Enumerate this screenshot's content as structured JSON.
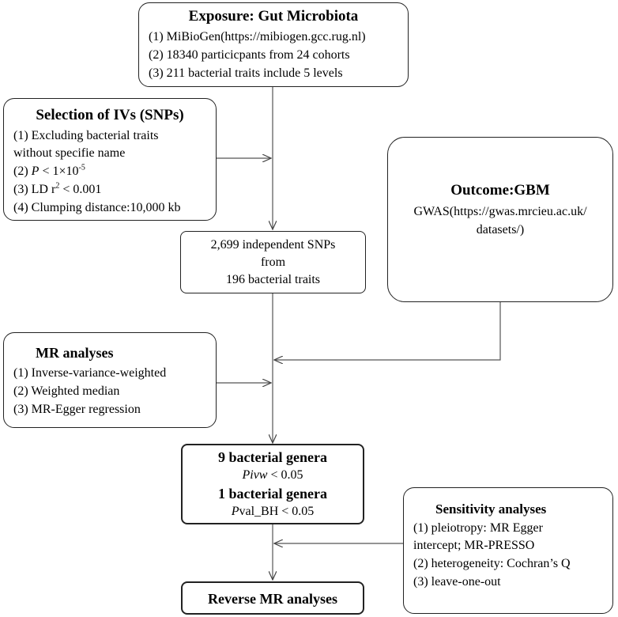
{
  "exposure": {
    "title": "Exposure: Gut Microbiota",
    "items": [
      "(1) MiBioGen(https://mibiogen.gcc.rug.nl)",
      "(2) 18340 particicpants from 24 cohorts",
      "(3) 211 bacterial traits include 5 levels"
    ]
  },
  "selection": {
    "title": "Selection of IVs (SNPs)",
    "item1_a": "(1) Excluding bacterial traits",
    "item1_b": "without specifie name",
    "item2_prefix": "(2) ",
    "item2_p": "P",
    "item2_mid": " < 1×10",
    "item2_sup": "-5",
    "item3_prefix": "(3) LD r",
    "item3_sup": "2",
    "item3_suffix": " < 0.001",
    "item4": "(4) Clumping distance:10,000 kb"
  },
  "outcome": {
    "title": "Outcome:GBM",
    "line1": "GWAS(https://gwas.mrcieu.ac.uk/",
    "line2": "datasets/)"
  },
  "snps": {
    "line1": "2,699 independent SNPs",
    "line2": "from",
    "line3": "196 bacterial traits"
  },
  "mr": {
    "title": "MR analyses",
    "items": [
      "(1) Inverse-variance-weighted",
      "(2) Weighted median",
      "(3) MR-Egger regression"
    ]
  },
  "genera": {
    "title1": "9 bacterial genera",
    "p1_italic": "Pivw",
    "p1_rest": " < 0.05",
    "title2": "1 bacterial genera",
    "p2_italic": "P",
    "p2_rest": "val_BH < 0.05"
  },
  "sensitivity": {
    "title": "Sensitivity analyses",
    "items": [
      "(1) pleiotropy: MR Egger",
      "intercept; MR-PRESSO",
      "(2) heterogeneity: Cochran’s Q",
      "(3) leave-one-out"
    ]
  },
  "reverse": {
    "title": "Reverse MR analyses"
  }
}
